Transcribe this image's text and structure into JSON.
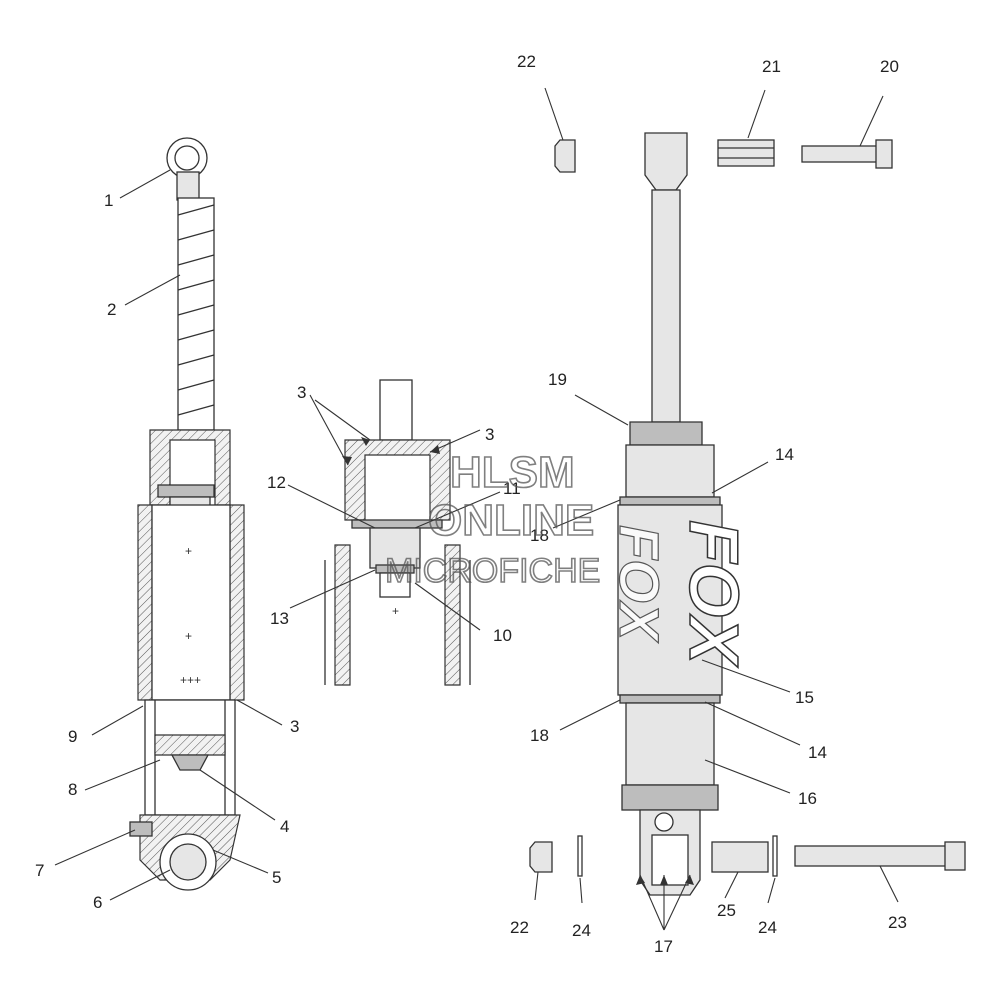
{
  "callouts": {
    "c1": "1",
    "c2": "2",
    "c3a": "3",
    "c3b": "3",
    "c3c": "3",
    "c4": "4",
    "c5": "5",
    "c6": "6",
    "c7": "7",
    "c8": "8",
    "c9": "9",
    "c10": "10",
    "c11": "11",
    "c12": "12",
    "c13": "13",
    "c14a": "14",
    "c14b": "14",
    "c15": "15",
    "c16": "16",
    "c17": "17",
    "c18a": "18",
    "c18b": "18",
    "c19": "19",
    "c20": "20",
    "c21": "21",
    "c22a": "22",
    "c22b": "22",
    "c23": "23",
    "c24a": "24",
    "c24b": "24",
    "c25": "25"
  },
  "watermark": {
    "line1": "HLSM",
    "line2": "ONLINE",
    "line3": "MICROFICHE"
  },
  "brand": {
    "logo_text": "FOX"
  }
}
